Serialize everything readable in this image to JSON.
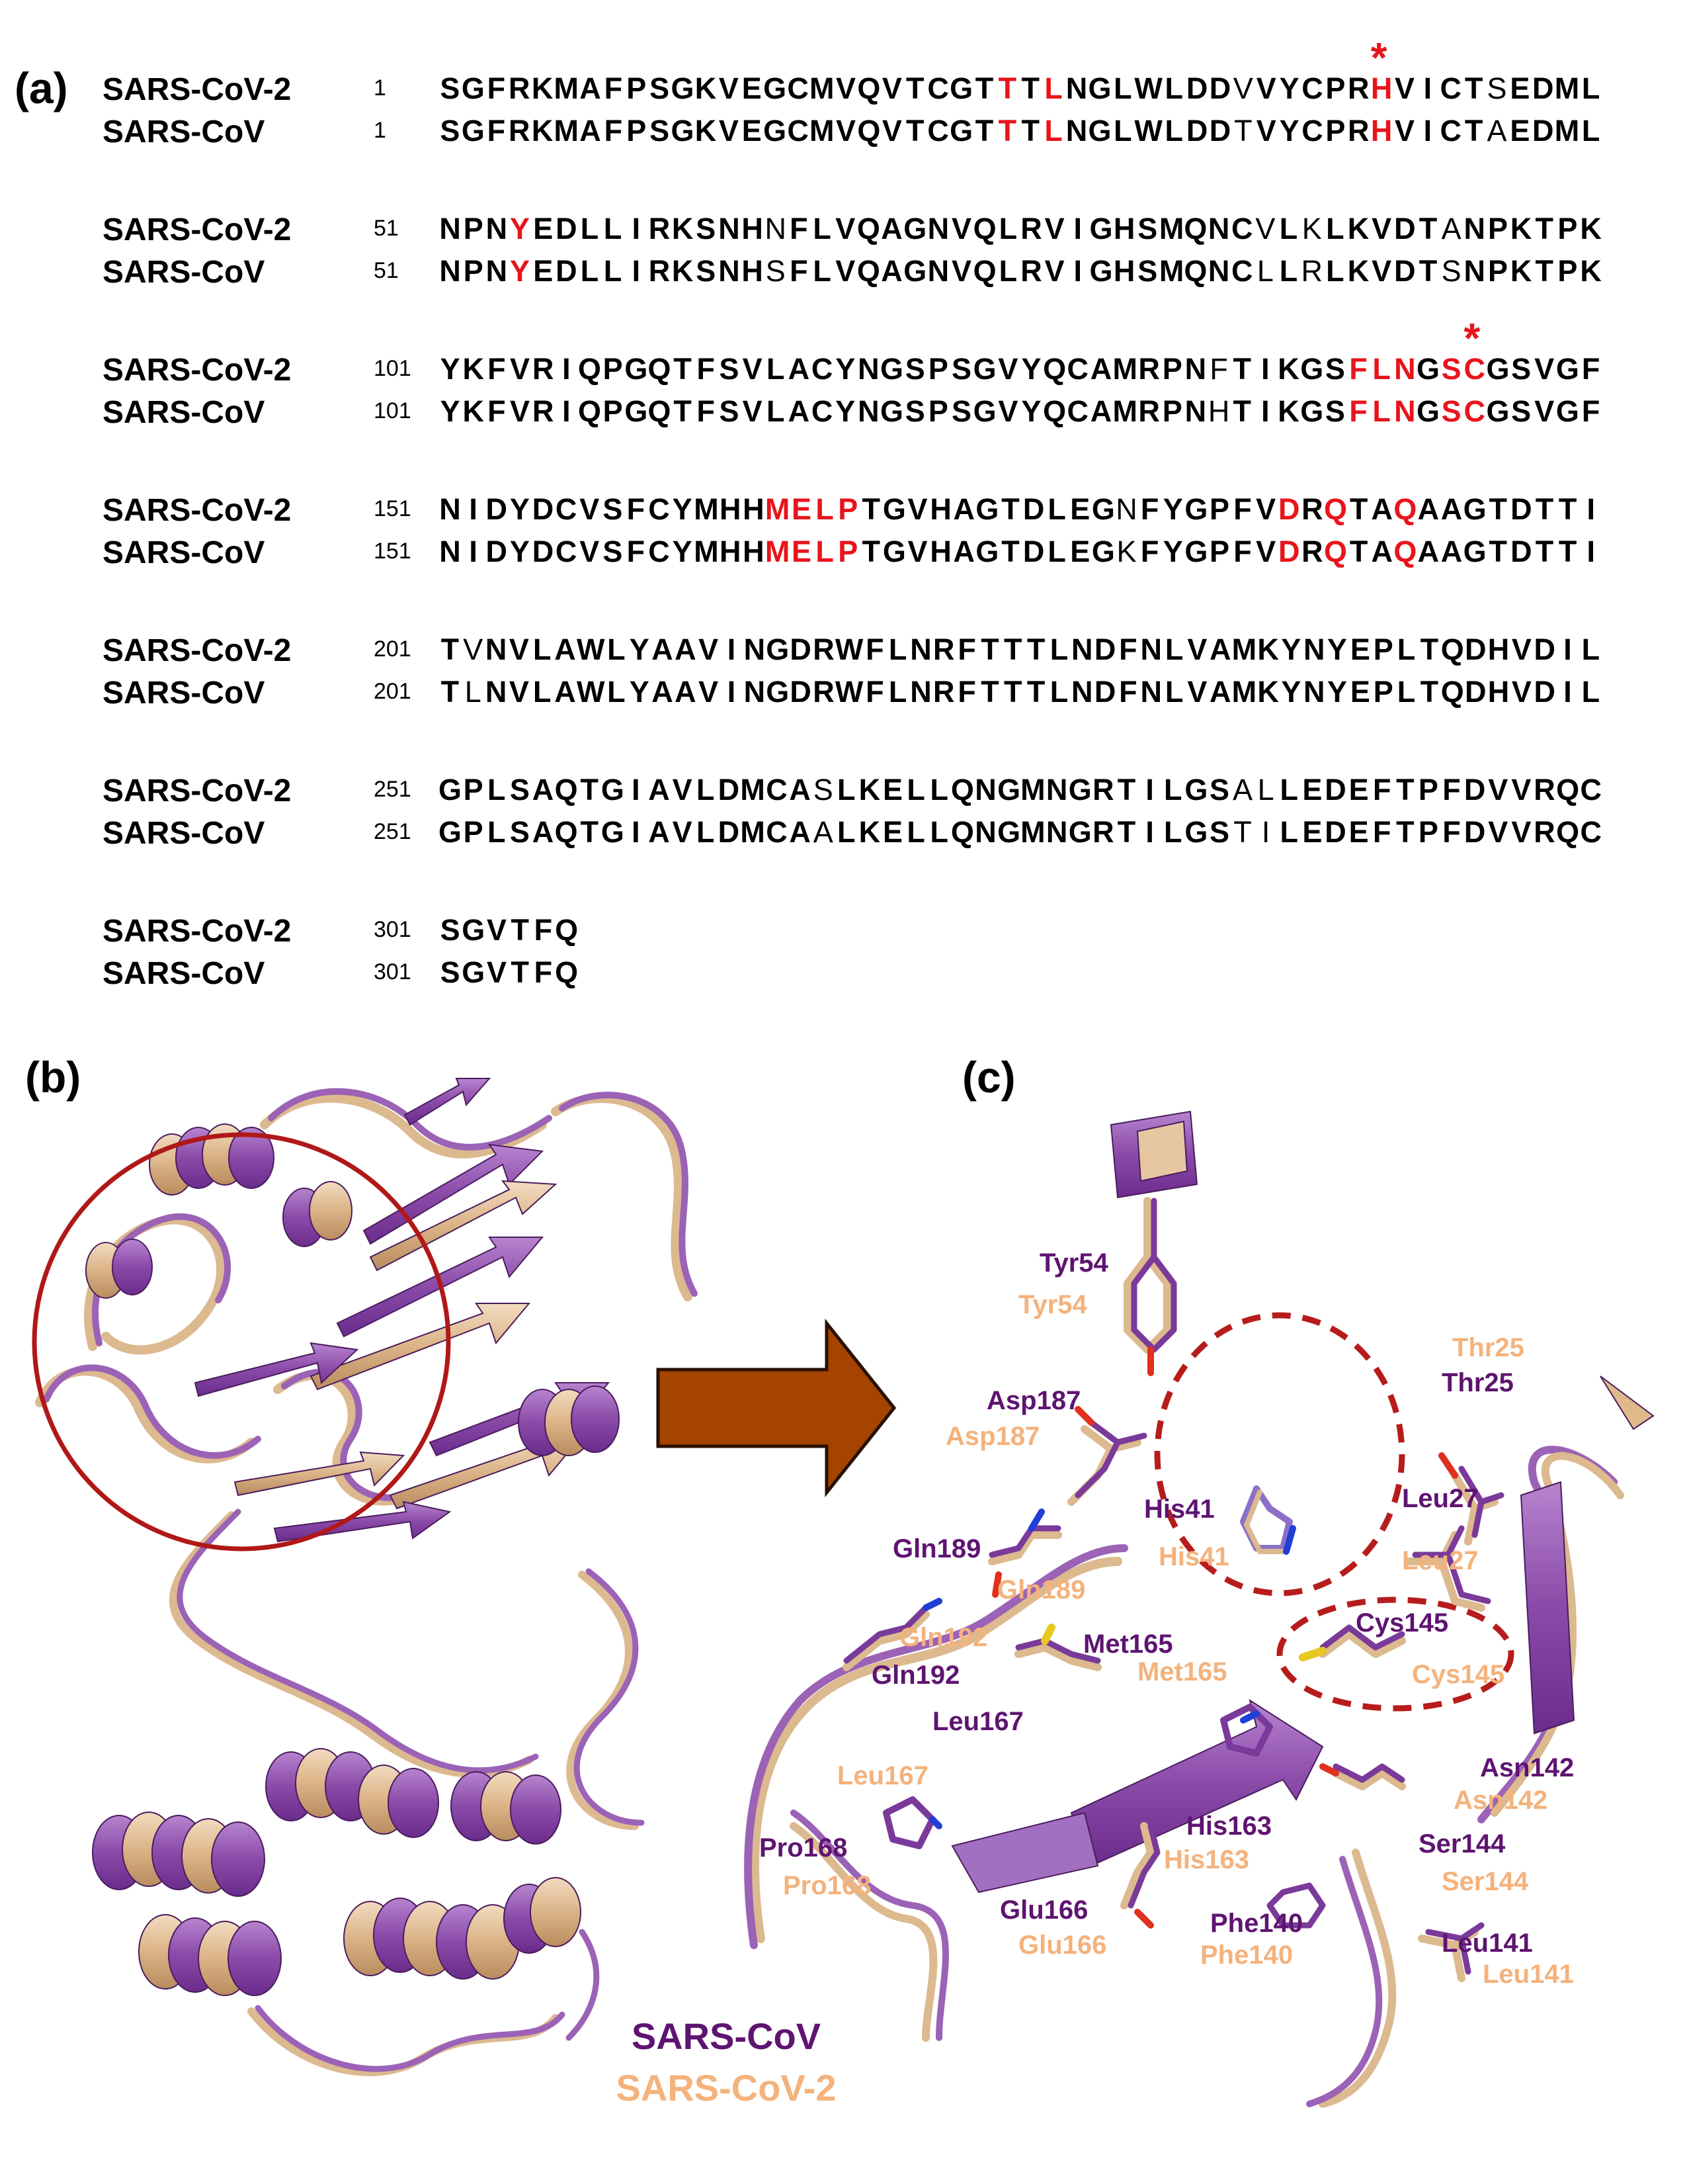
{
  "panel_labels": {
    "a": "(a)",
    "b": "(b)",
    "c": "(c)"
  },
  "alignment": {
    "seq1_name": "SARS-CoV-2",
    "seq2_name": "SARS-CoV",
    "star_glyph": "*",
    "blocks": [
      {
        "start": "1",
        "seq1": "SGFRKMAFPSGKVEGCMVQVTCGTTTLNGLWLDDVVYCPRHVICTSEDML",
        "seq2": "SGFRKMAFPSGKVEGCMVQVTCGTTTLNGLWLDDTVYCPRHVICTAEDML",
        "red": [
          24,
          26,
          40
        ],
        "stars": [
          40
        ]
      },
      {
        "start": "51",
        "seq1": "NPNYEDLLIRKSNHNFLVQAGNVQLRVIGHSMQNCVLKLKVDTANPKTPK",
        "seq2": "NPNYEDLLIRKSNHSFLVQAGNVQLRVIGHSMQNCLLRLKVDTSNPKTPK",
        "red": [
          3
        ],
        "stars": []
      },
      {
        "start": "101",
        "seq1": "YKFVRIQPGQTFSVLACYNGSPSGVYQCAMRPNFTIKGSFLNGSCGSVGF",
        "seq2": "YKFVRIQPGQTFSVLACYNGSPSGVYQCAMRPNHTIKGSFLNGSCGSVGF",
        "red": [
          39,
          40,
          41,
          43,
          44
        ],
        "stars": [
          44
        ]
      },
      {
        "start": "151",
        "seq1": "NIDYDCVSFCYMHHMELPTGVHAGTDLEGNFYGPFVDRQTAQAAGTDTTI",
        "seq2": "NIDYDCVSFCYMHHMELPTGVHAGTDLEGKFYGPFVDRQTAQAAGTDTTI",
        "red": [
          14,
          15,
          16,
          17,
          36,
          38,
          41
        ],
        "stars": []
      },
      {
        "start": "201",
        "seq1": "TVNVLAWLYAAVINGDRWFLNRFTTTLNDFNLVAMKYNYEPLTQDHVDIL",
        "seq2": "TLNVLAWLYAAVINGDRWFLNRFTTTLNDFNLVAMKYNYEPLTQDHVDIL",
        "red": [],
        "stars": []
      },
      {
        "start": "251",
        "seq1": "GPLSAQTGIAVLDMCASLKELLQNGMNGRTILGSALLEDEFTPFDVVRQC",
        "seq2": "GPLSAQTGIAVLDMCAALKELLQNGMNGRTILGSTILEDEFTPFDVVRQC",
        "red": [],
        "stars": []
      },
      {
        "start": "301",
        "seq1": "SGVTFQ",
        "seq2": "SGVTFQ",
        "red": [],
        "stars": []
      }
    ]
  },
  "panel_b": {
    "legend": {
      "sars_cov": "SARS-CoV",
      "sars_cov2": "SARS-CoV-2"
    }
  },
  "panel_c": {
    "residue_labels": [
      {
        "id": "tyr54-cov",
        "text": "Tyr54",
        "strain": "cov"
      },
      {
        "id": "tyr54-cov2",
        "text": "Tyr54",
        "strain": "cov2"
      },
      {
        "id": "thr25-cov2",
        "text": "Thr25",
        "strain": "cov2"
      },
      {
        "id": "thr25-cov",
        "text": "Thr25",
        "strain": "cov"
      },
      {
        "id": "asp187-cov",
        "text": "Asp187",
        "strain": "cov"
      },
      {
        "id": "asp187-cov2",
        "text": "Asp187",
        "strain": "cov2"
      },
      {
        "id": "his41-cov",
        "text": "His41",
        "strain": "cov"
      },
      {
        "id": "his41-cov2",
        "text": "His41",
        "strain": "cov2"
      },
      {
        "id": "leu27-cov",
        "text": "Leu27",
        "strain": "cov"
      },
      {
        "id": "leu27-cov2",
        "text": "Leu27",
        "strain": "cov2"
      },
      {
        "id": "gln189-cov",
        "text": "Gln189",
        "strain": "cov"
      },
      {
        "id": "gln189-cov2",
        "text": "Gln189",
        "strain": "cov2"
      },
      {
        "id": "gln192-cov2",
        "text": "Gln192",
        "strain": "cov2"
      },
      {
        "id": "gln192-cov",
        "text": "Gln192",
        "strain": "cov"
      },
      {
        "id": "met165-cov",
        "text": "Met165",
        "strain": "cov"
      },
      {
        "id": "met165-cov2",
        "text": "Met165",
        "strain": "cov2"
      },
      {
        "id": "cys145-cov",
        "text": "Cys145",
        "strain": "cov"
      },
      {
        "id": "cys145-cov2",
        "text": "Cys145",
        "strain": "cov2"
      },
      {
        "id": "leu167-cov",
        "text": "Leu167",
        "strain": "cov"
      },
      {
        "id": "leu167-cov2",
        "text": "Leu167",
        "strain": "cov2"
      },
      {
        "id": "pro168-cov",
        "text": "Pro168",
        "strain": "cov"
      },
      {
        "id": "pro168-cov2",
        "text": "Pro168",
        "strain": "cov2"
      },
      {
        "id": "his163-cov",
        "text": "His163",
        "strain": "cov"
      },
      {
        "id": "his163-cov2",
        "text": "His163",
        "strain": "cov2"
      },
      {
        "id": "asn142-cov",
        "text": "Asn142",
        "strain": "cov"
      },
      {
        "id": "asn142-cov2",
        "text": "Asn142",
        "strain": "cov2"
      },
      {
        "id": "ser144-cov",
        "text": "Ser144",
        "strain": "cov"
      },
      {
        "id": "ser144-cov2",
        "text": "Ser144",
        "strain": "cov2"
      },
      {
        "id": "glu166-cov",
        "text": "Glu166",
        "strain": "cov"
      },
      {
        "id": "glu166-cov2",
        "text": "Glu166",
        "strain": "cov2"
      },
      {
        "id": "phe140-cov",
        "text": "Phe140",
        "strain": "cov"
      },
      {
        "id": "phe140-cov2",
        "text": "Phe140",
        "strain": "cov2"
      },
      {
        "id": "leu141-cov",
        "text": "Leu141",
        "strain": "cov"
      },
      {
        "id": "leu141-cov2",
        "text": "Leu141",
        "strain": "cov2"
      }
    ]
  },
  "colors": {
    "highlight_red": "#e8141b",
    "sars_cov_purple": "#5e1470",
    "sars_cov2_tan": "#f4b27c",
    "ribbon_purple": "#9b62b6",
    "ribbon_tan": "#dcb98e",
    "arrow_brown": "#a44400",
    "dashed_red": "#b71c1c",
    "circle_red": "#b01818"
  }
}
